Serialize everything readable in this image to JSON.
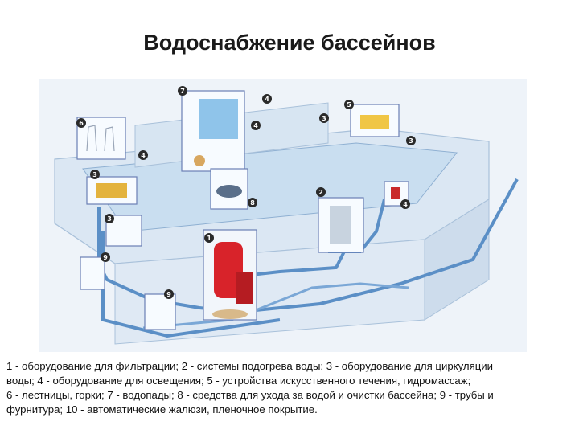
{
  "title": "Водоснабжение бассейнов",
  "callouts": [
    "1",
    "2",
    "3",
    "3",
    "3",
    "3",
    "4",
    "4",
    "4",
    "4",
    "5",
    "6",
    "7",
    "8",
    "9",
    "9"
  ],
  "caption": [
    "1 - оборудование для фильтрации; 2 - системы подогрева воды; 3 - оборудование для циркуляции",
    "воды; 4 - оборудование для освещения; 5 - устройства искусственного течения, гидромассаж;",
    "6 - лестницы, горки; 7 - водопады; 8 - средства для ухода за водой и очистки бассейна; 9 - трубы и",
    "фурнитура; 10 - автоматические жалюзи, пленочное покрытие."
  ],
  "colors": {
    "background_panel": "#eaf1f8",
    "pool_edge": "#b9cfe4",
    "pool_water": "#cfe1f1",
    "pipe": "#5b8fc6",
    "filter_tank": "#d8232a",
    "callout_badge": "#2a2a2a",
    "inset_frame": "#6a7fb4"
  }
}
